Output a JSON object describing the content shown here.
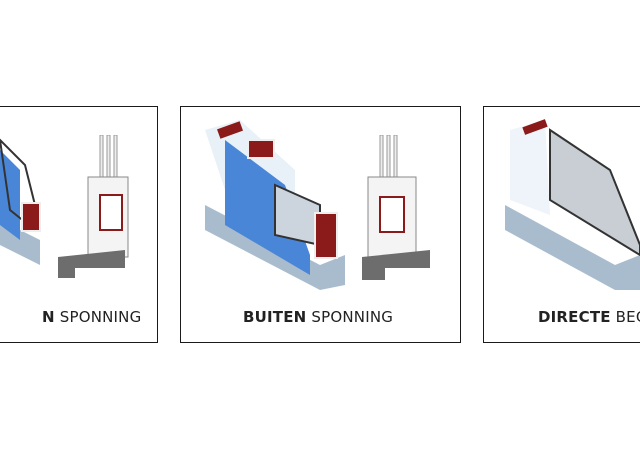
{
  "cards": [
    {
      "label_bold": "N",
      "label_rest": " SPONNING"
    },
    {
      "label_bold": "BUITEN",
      "label_rest": " SPONNING"
    },
    {
      "label_bold": "DIRECTE",
      "label_rest": " BEG"
    }
  ],
  "colors": {
    "panel_blue": "#4a86d8",
    "sill_grey": "#a9bccd",
    "reinforcement_red": "#8b1a1a",
    "border": "#1a1a1a"
  }
}
